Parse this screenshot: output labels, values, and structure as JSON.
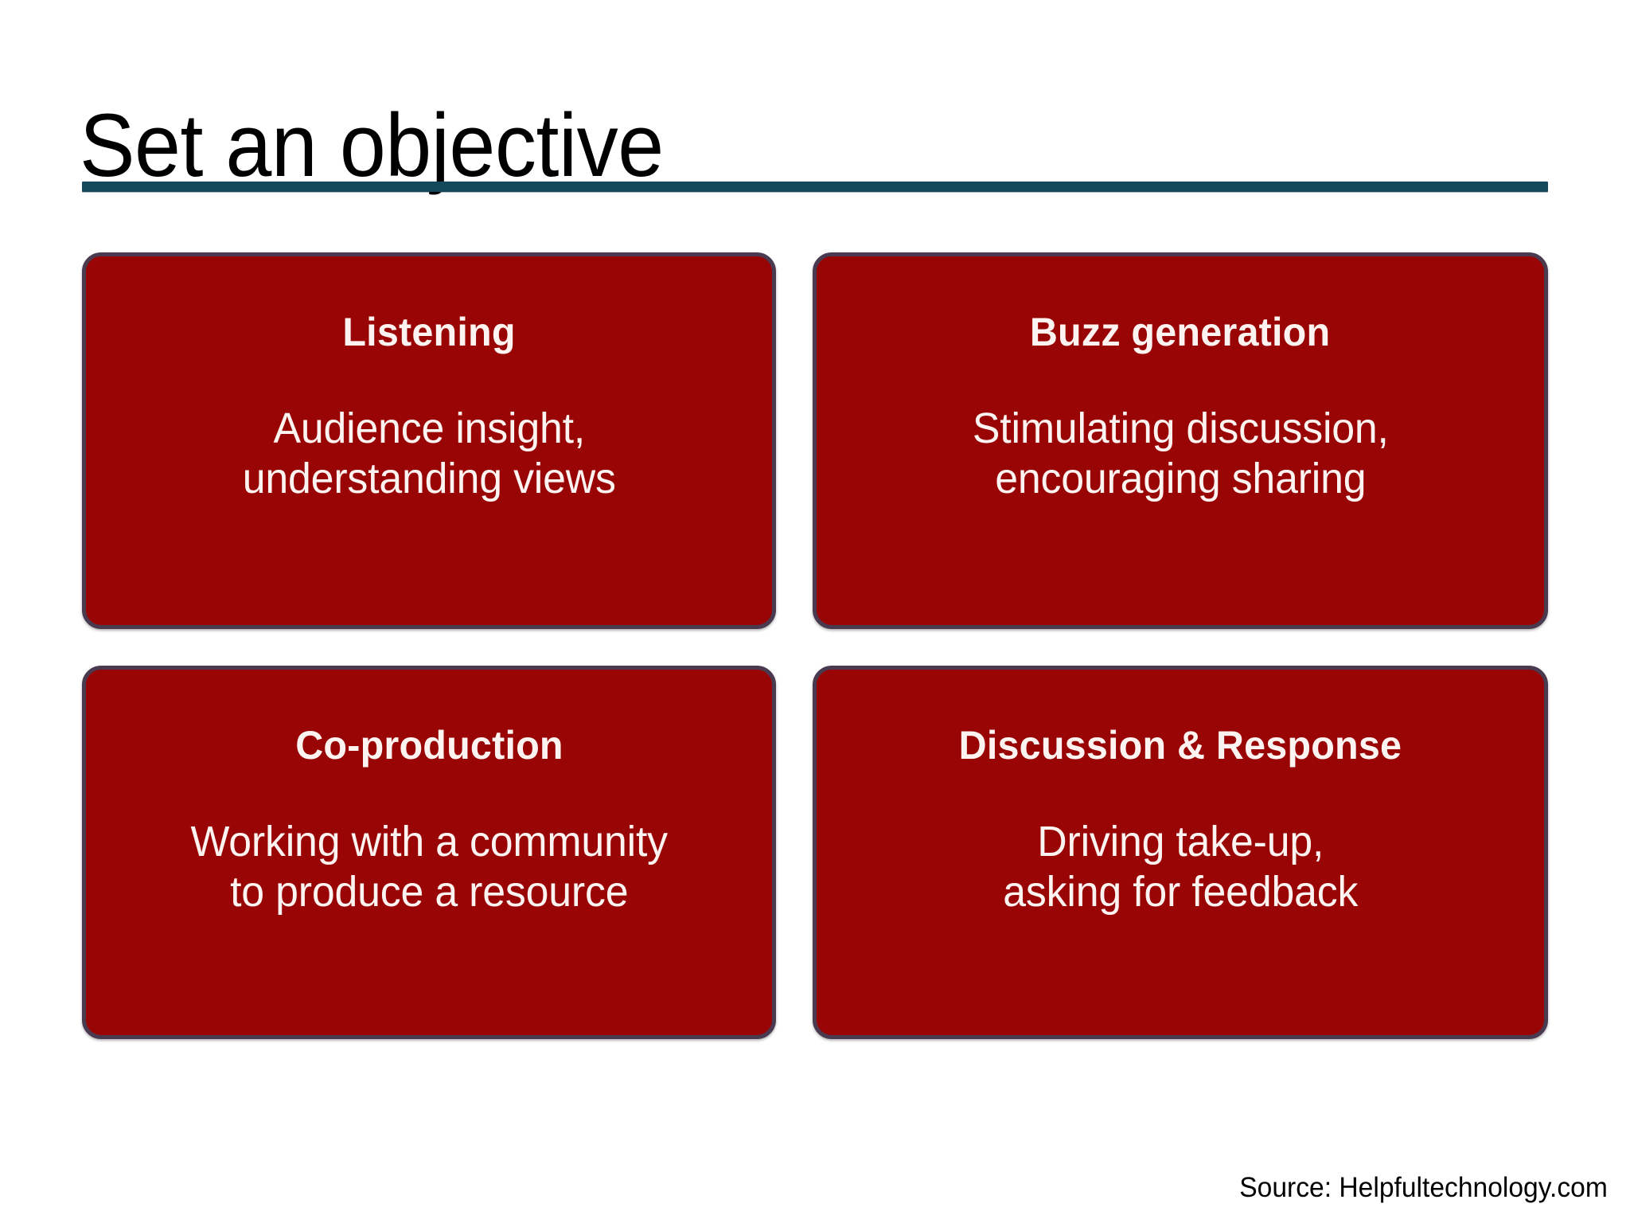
{
  "slide": {
    "title": "Set an objective",
    "divider_color": "#14495C",
    "background_color": "#FFFFFF"
  },
  "cards": [
    {
      "heading": "Listening",
      "body_line1": "Audience insight,",
      "body_line2": "understanding views",
      "fill_color": "#990505",
      "border_color": "#4A3A50",
      "text_color": "#FDF4F2"
    },
    {
      "heading": "Buzz generation",
      "body_line1": "Stimulating discussion,",
      "body_line2": "encouraging sharing",
      "fill_color": "#990505",
      "border_color": "#4A3A50",
      "text_color": "#FDF4F2"
    },
    {
      "heading": "Co-production",
      "body_line1": "Working with a community",
      "body_line2": "to produce a resource",
      "fill_color": "#990505",
      "border_color": "#4A3A50",
      "text_color": "#FDF4F2"
    },
    {
      "heading": "Discussion & Response",
      "body_line1": "Driving take-up,",
      "body_line2": "asking for feedback",
      "fill_color": "#990505",
      "border_color": "#4A3A50",
      "text_color": "#FDF4F2"
    }
  ],
  "footer": {
    "source": "Source: Helpfultechnology.com"
  }
}
